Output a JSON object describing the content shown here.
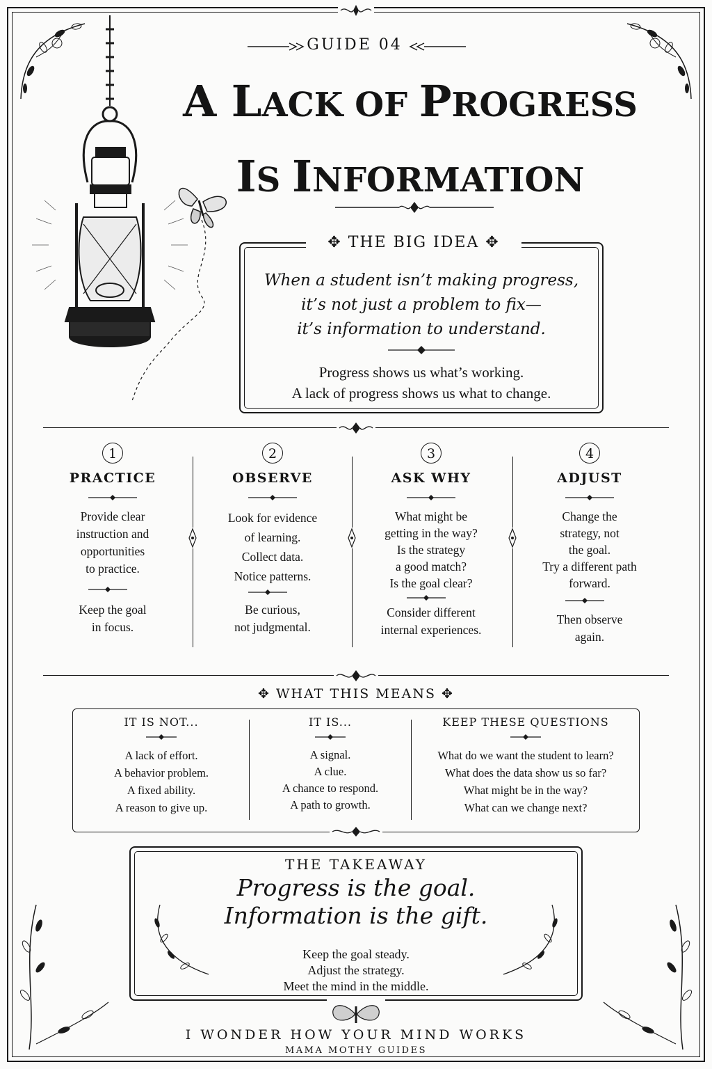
{
  "header": {
    "guide_label": "GUIDE 04",
    "title_line1_cap1": "A L",
    "title_line1_rest1": "ACK OF ",
    "title_line1_cap2": "P",
    "title_line1_rest2": "ROGRESS",
    "title_line2_cap1": "I",
    "title_line2_rest1": "S ",
    "title_line2_cap2": "I",
    "title_line2_rest2": "NFORMATION"
  },
  "big_idea": {
    "label": "THE BIG IDEA",
    "quote": [
      "When a student isn’t making progress,",
      "it’s not just a problem to fix—",
      "it’s information to understand."
    ],
    "sub": [
      "Progress shows us what’s working.",
      "A lack of progress shows us what to change."
    ]
  },
  "steps": [
    {
      "num": "1",
      "title": "PRACTICE",
      "text_a": [
        "Provide clear",
        "instruction and",
        "opportunities",
        "to practice."
      ],
      "text_b": [
        "Keep the goal",
        "in focus."
      ]
    },
    {
      "num": "2",
      "title": "OBSERVE",
      "text_a": [
        "Look for evidence",
        "of learning.",
        "Collect data.",
        "Notice patterns."
      ],
      "text_b": [
        "Be curious,",
        "not judgmental."
      ]
    },
    {
      "num": "3",
      "title": "ASK WHY",
      "text_a": [
        "What might be",
        "getting in the way?",
        "Is the strategy",
        "a good match?",
        "Is the goal clear?"
      ],
      "text_b": [
        "Consider different",
        "internal experiences."
      ]
    },
    {
      "num": "4",
      "title": "ADJUST",
      "text_a": [
        "Change the",
        "strategy, not",
        "the goal.",
        "Try a different path",
        "forward."
      ],
      "text_b": [
        "Then observe",
        "again."
      ]
    }
  ],
  "means": {
    "label": "WHAT THIS MEANS",
    "columns": [
      {
        "title": "IT IS NOT...",
        "items": [
          "A lack of effort.",
          "A behavior problem.",
          "A fixed ability.",
          "A reason to give up."
        ]
      },
      {
        "title": "IT IS...",
        "items": [
          "A signal.",
          "A clue.",
          "A chance to respond.",
          "A path to growth."
        ]
      },
      {
        "title": "KEEP THESE QUESTIONS",
        "items": [
          "What do we want the student to learn?",
          "What does the data show us so far?",
          "What might be in the way?",
          "What can we change next?"
        ]
      }
    ]
  },
  "takeaway": {
    "label": "THE TAKEAWAY",
    "quote": [
      "Progress is the goal.",
      "Information is the gift."
    ],
    "sub": [
      "Keep the goal steady.",
      "Adjust the strategy.",
      "Meet the mind in the middle."
    ]
  },
  "footer": {
    "main": "I WONDER HOW YOUR MIND WORKS",
    "sub": "MAMA MOTHY GUIDES"
  },
  "icons": [
    "lantern-icon",
    "butterfly-icon",
    "vine-ornament-icon",
    "flourish-divider-icon"
  ]
}
